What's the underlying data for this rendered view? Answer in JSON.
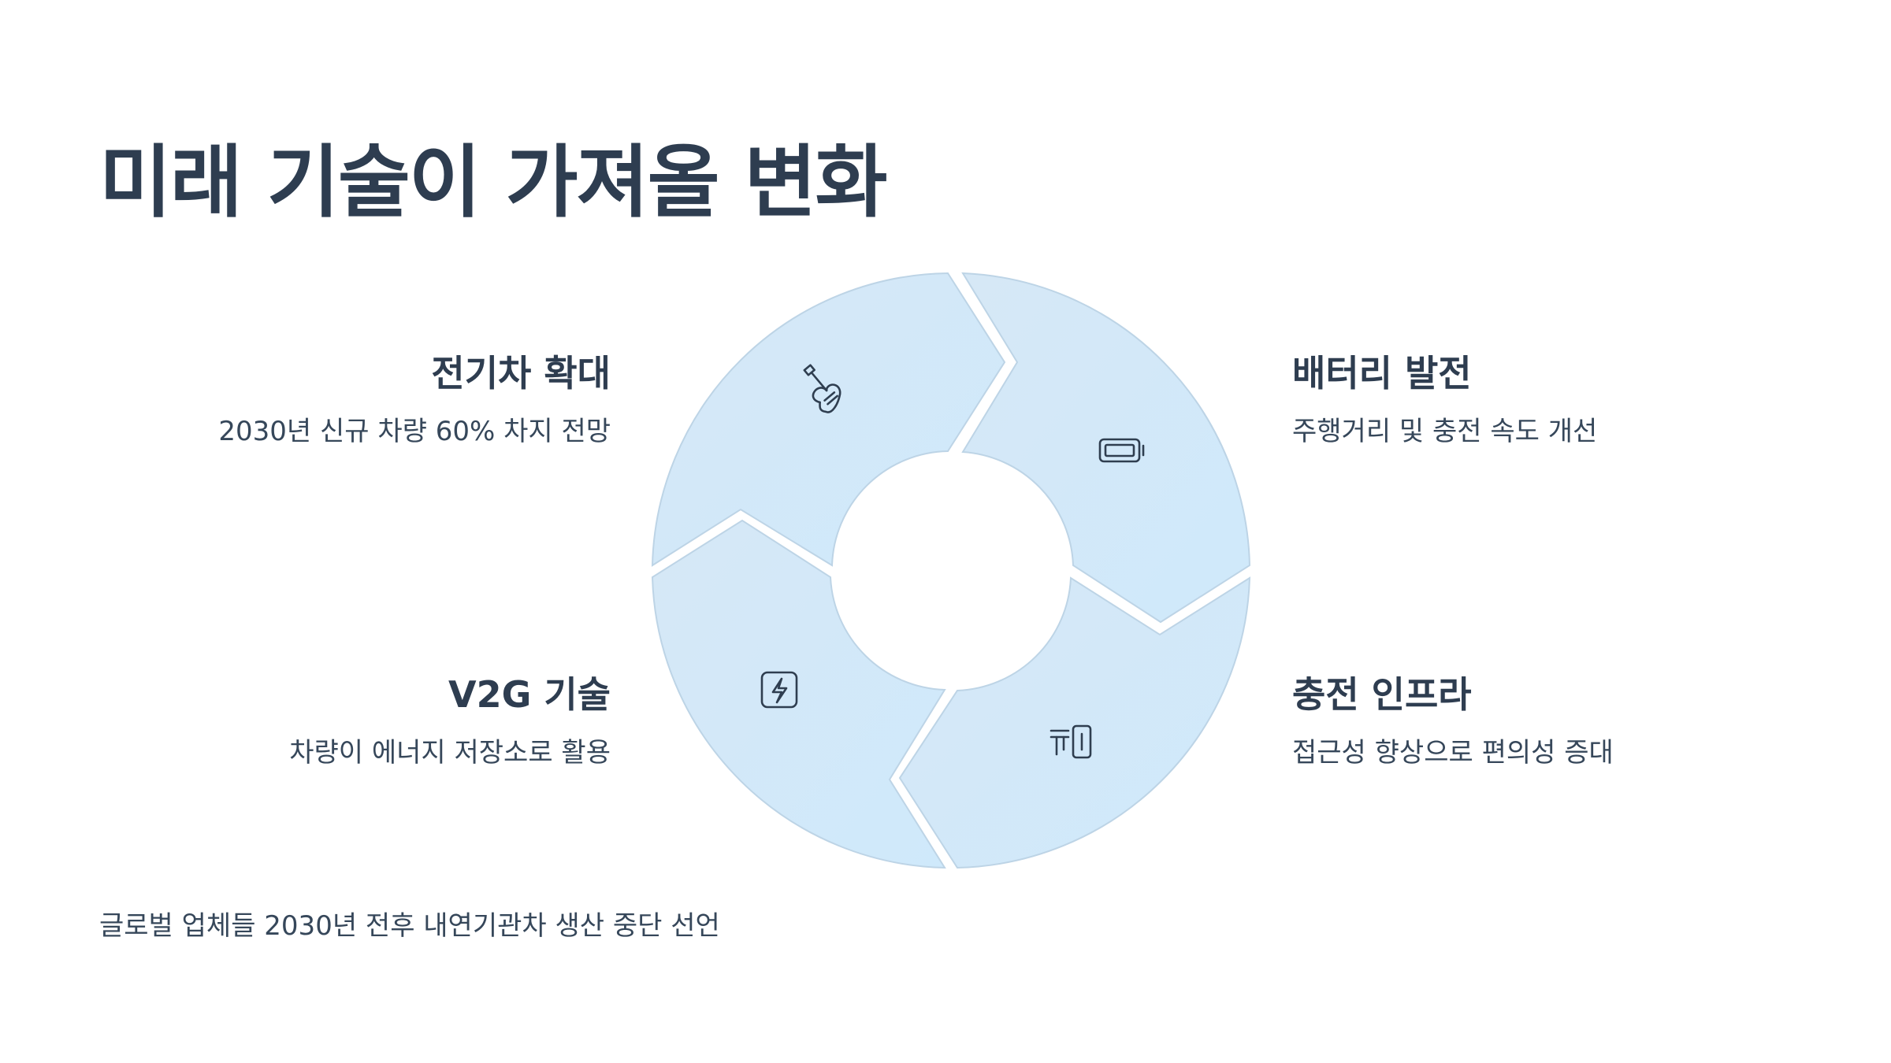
{
  "title": "미래 기술이 가져올 변화",
  "steps": [
    {
      "title": "전기차 확대",
      "description": "2030년 신규 차량 60% 차지 전망",
      "icon": "electric-guitar-icon"
    },
    {
      "title": "배터리 발전",
      "description": "주행거리 및 충전 속도 개선",
      "icon": "battery-icon"
    },
    {
      "title": "충전 인프라",
      "description": "접근성 향상으로 편의성 증대",
      "icon": "charging-station-icon"
    },
    {
      "title": "V2G 기술",
      "description": "차량이 에너지 저장소로 활용",
      "icon": "lightning-bolt-icon"
    }
  ],
  "footnote": "글로벌 업체들 2030년 전후 내연기관차 생산 중단 선언",
  "colors": {
    "title_text": "#2e3d50",
    "body_text": "#36475a",
    "segment_fill_light": "#d6e8f6",
    "segment_fill_accent": "#cfe9fb",
    "segment_stroke": "#bdd4e6",
    "background": "#ffffff"
  }
}
